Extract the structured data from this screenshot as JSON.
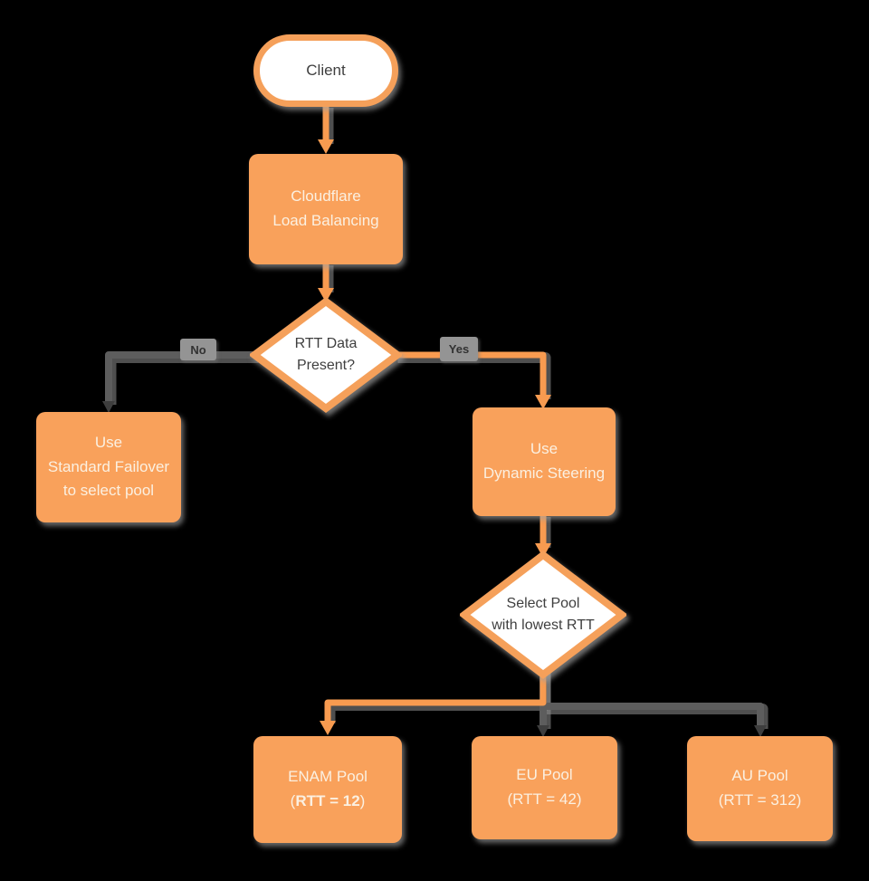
{
  "colors": {
    "background": "#000000",
    "shape_orange": "#F9A15B",
    "shape_border_orange": "#F5A05A",
    "connector_orange": "#F89B50",
    "connector_gray": "#5D5D5D",
    "arrowhead_dark": "#3E3E3E",
    "text_dark": "#3F3F3F",
    "text_light": "#FBF0E1",
    "edge_label_bg": "#949494",
    "shape_white": "#FFFFFF"
  },
  "diagram": {
    "nodes": {
      "client": {
        "label": "Client"
      },
      "cloudflare_lb": {
        "line1": "Cloudflare",
        "line2": "Load Balancing"
      },
      "rtt_decision": {
        "line1": "RTT Data",
        "line2": "Present?"
      },
      "standard_failover": {
        "line1": "Use",
        "line2": "Standard Failover",
        "line3": "to select pool"
      },
      "dynamic_steering": {
        "line1": "Use",
        "line2": "Dynamic Steering"
      },
      "select_pool": {
        "line1": "Select Pool",
        "line2": "with lowest RTT"
      },
      "enam_pool": {
        "line1": "ENAM Pool",
        "line2_open": "(",
        "line2_value": "RTT = 12",
        "line2_close": ")"
      },
      "eu_pool": {
        "line1": "EU Pool",
        "line2": "(RTT = 42)"
      },
      "au_pool": {
        "line1": "AU Pool",
        "line2": "(RTT = 312)"
      }
    },
    "edge_labels": {
      "no": "No",
      "yes": "Yes"
    }
  }
}
